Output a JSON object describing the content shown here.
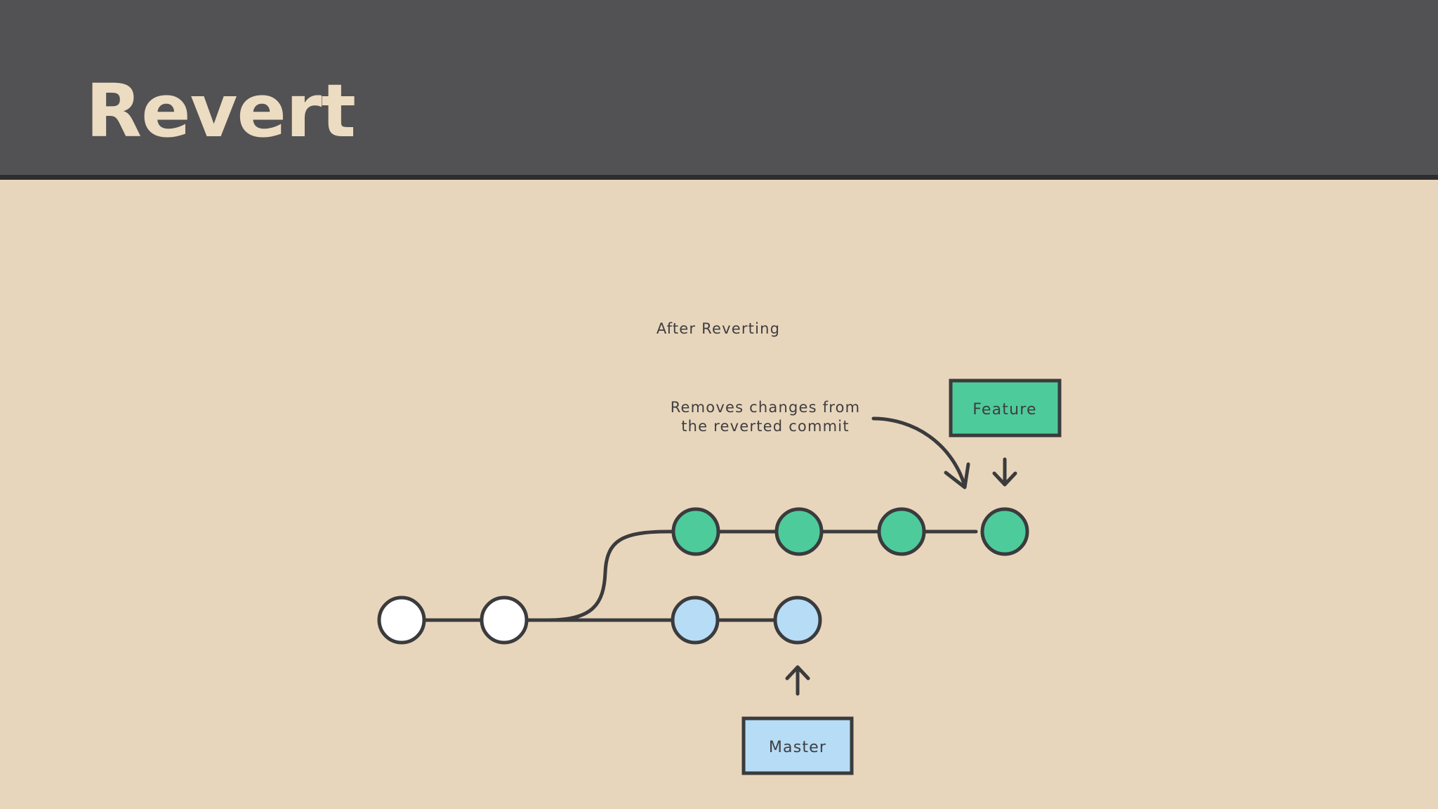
{
  "slide": {
    "title": "Revert"
  },
  "diagram": {
    "caption": "After Reverting",
    "annotation": {
      "line1": "Removes changes from",
      "line2": "the reverted commit"
    },
    "branches": {
      "feature": {
        "label": "Feature",
        "color": "#4ecb9b"
      },
      "master": {
        "label": "Master",
        "color": "#b6dcf6"
      }
    },
    "commit_colors": {
      "base": "#ffffff",
      "feature": "#4ecb9b",
      "master": "#b6dcf6",
      "stroke": "#3b3b3d"
    },
    "commit_counts": {
      "base": 2,
      "feature": 4,
      "master": 2
    }
  }
}
